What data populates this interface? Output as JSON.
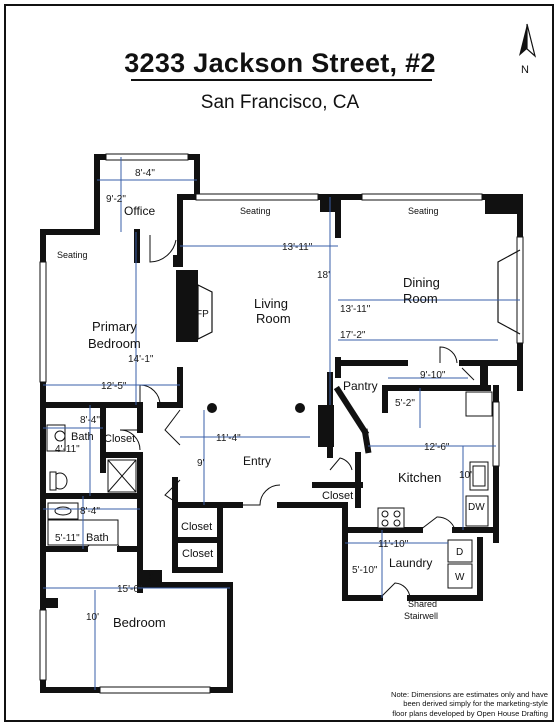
{
  "header": {
    "address": "3233 Jackson Street, #2",
    "city": "San Francisco, CA",
    "north_label": "N"
  },
  "rooms": {
    "office": "Office",
    "seating": "Seating",
    "living_room_1": "Living",
    "living_room_2": "Room",
    "dining_room_1": "Dining",
    "dining_room_2": "Room",
    "fireplace": "FP",
    "primary_bedroom_1": "Primary",
    "primary_bedroom_2": "Bedroom",
    "pantry": "Pantry",
    "bath": "Bath",
    "closet": "Closet",
    "entry": "Entry",
    "kitchen": "Kitchen",
    "dishwasher": "DW",
    "laundry": "Laundry",
    "dryer": "D",
    "washer": "W",
    "bedroom": "Bedroom",
    "shared_stairwell_1": "Shared",
    "shared_stairwell_2": "Stairwell"
  },
  "dimensions": {
    "office_w": "8'-4\"",
    "office_d": "9'-2\"",
    "living_w": "13'-11\"",
    "living_d": "18'",
    "dining_d": "13'-11\"",
    "dining_w": "17'-2\"",
    "primary_d": "14'-1\"",
    "primary_w": "12'-5\"",
    "bath1_w": "8'-4\"",
    "bath1_d": "4'-11\"",
    "hall_w": "11'-4\"",
    "entry_d": "9'",
    "pantry_w": "9'-10\"",
    "pantry_d": "5'-2\"",
    "kitchen_w": "12'-6\"",
    "kitchen_d": "10'",
    "bath2_w": "8'-4\"",
    "bath2_d": "5'-11\"",
    "laundry_w": "11'-10\"",
    "laundry_d": "5'-10\"",
    "bedroom_w": "15'-6\"",
    "bedroom_d": "10'"
  },
  "note": "Note: Dimensions are estimates only and have been derived simply for the marketing-style floor plans developed by Open House Drafting",
  "colors": {
    "wall": "#111111",
    "dimension_line": "#3a5fa8",
    "background": "#ffffff"
  }
}
